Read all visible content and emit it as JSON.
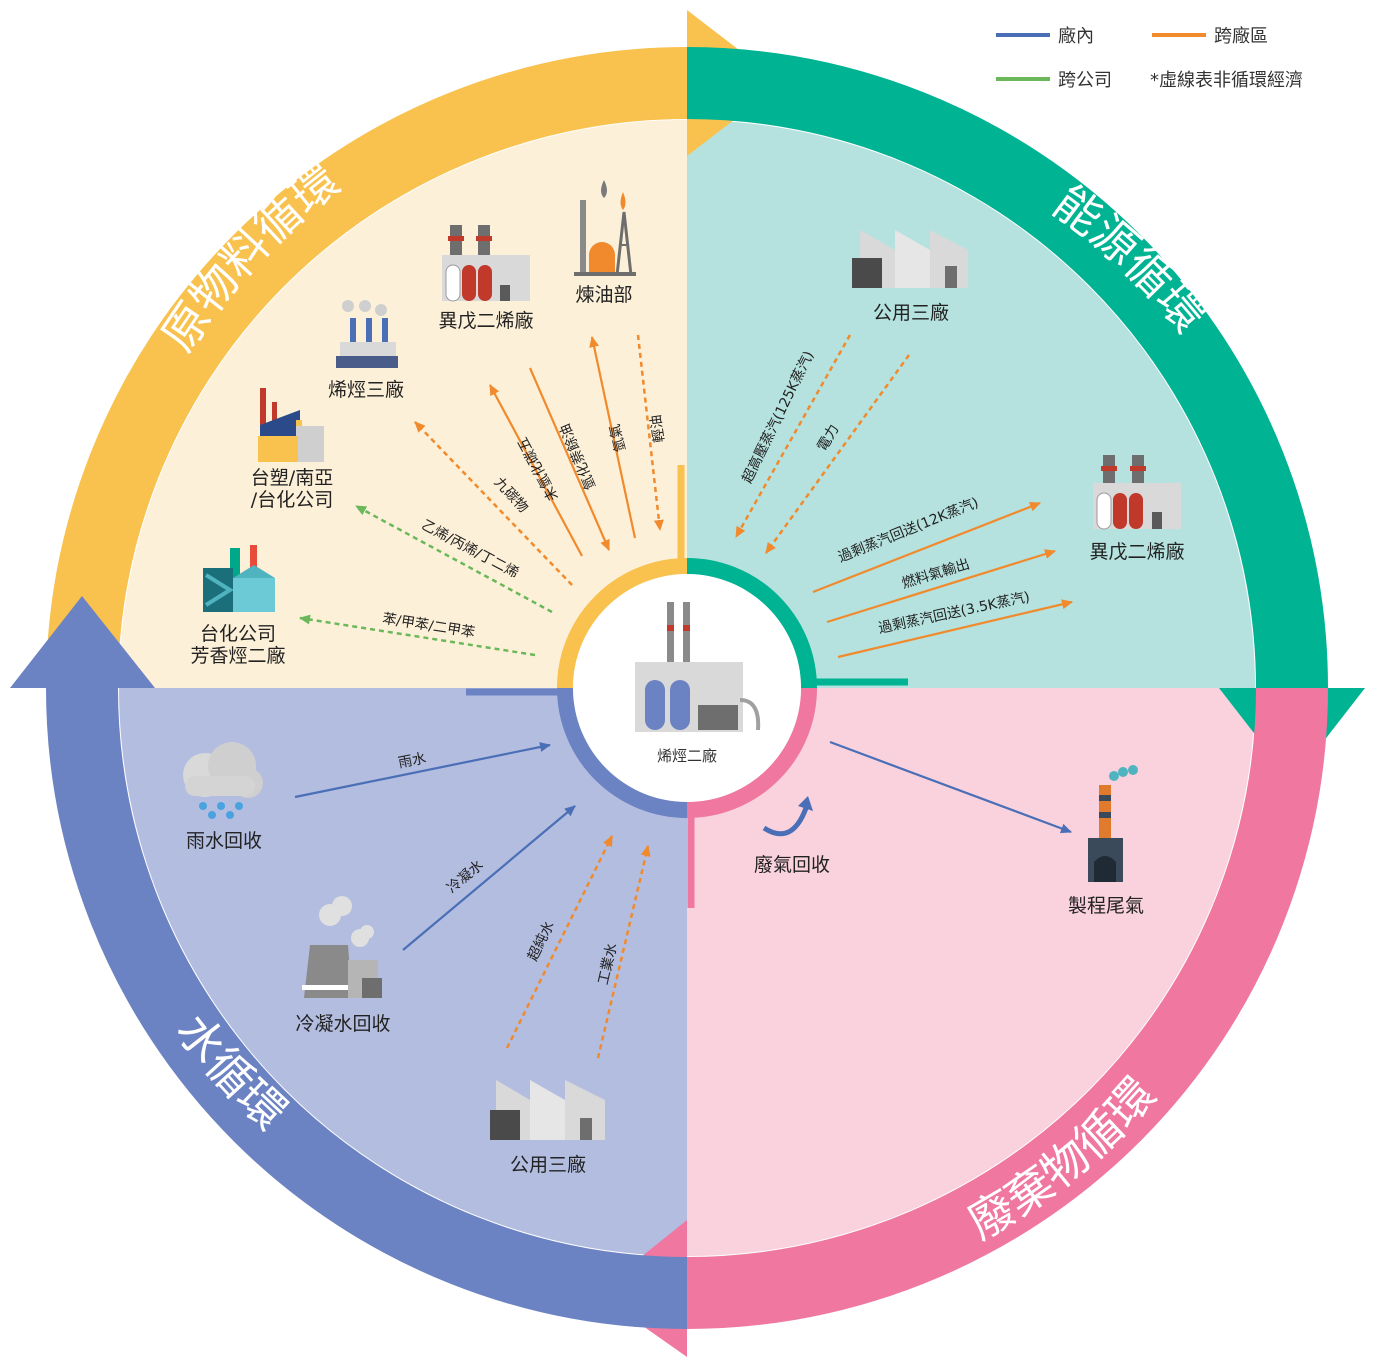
{
  "legend": {
    "in_plant": "廠內",
    "cross_plant": "跨廠區",
    "cross_company": "跨公司",
    "dashed_note": "*虛線表非循環經濟"
  },
  "colors": {
    "in_plant": "#4a6fb7",
    "cross_plant": "#f08a2c",
    "cross_company": "#6ab85a",
    "raw_ring": "#f9c24e",
    "raw_bg": "#fdf0d8",
    "energy_ring": "#00b393",
    "energy_bg": "#b5e2de",
    "waste_ring": "#ef77a0",
    "waste_bg": "#f9d2de",
    "water_ring": "#6b82c3",
    "water_bg": "#b3bde0"
  },
  "cycles": {
    "raw": "原物料循環",
    "energy": "能源循環",
    "waste": "廢棄物循環",
    "water": "水循環"
  },
  "center": {
    "label": "烯烴二廠",
    "icon": "factory-icon"
  },
  "nodes": {
    "refinery": "煉油部",
    "isoprene_top": "異戊二烯廠",
    "olefin3": "烯烴三廠",
    "formosa": "台塑/南亞\n/台化公司",
    "aromatics": "台化公司\n芳香烴二廠",
    "utility_top": "公用三廠",
    "isoprene_right": "異戊二烯廠",
    "rain": "雨水回收",
    "condensate": "冷凝水回收",
    "utility_bottom": "公用三廠",
    "exhaust": "製程尾氣",
    "gas_recovery": "廢氣回收"
  },
  "flows": {
    "light_oil": "輕油",
    "hydrogen": "氫氣",
    "hydro_oil": "氫化萘餘油",
    "c5": "未氫化碳五",
    "c9": "九碳物",
    "olefins": "乙烯/丙烯/丁二烯",
    "btx": "苯/甲苯/二甲苯",
    "steam_125k": "超高壓蒸汽(125K蒸汽)",
    "power": "電力",
    "steam_12k": "過剩蒸汽回送(12K蒸汽)",
    "fuel_gas": "燃料氣輸出",
    "steam_35k": "過剩蒸汽回送(3.5K蒸汽)",
    "rainwater": "雨水",
    "condensate_water": "冷凝水",
    "ultrapure": "超純水",
    "industrial": "工業水"
  }
}
